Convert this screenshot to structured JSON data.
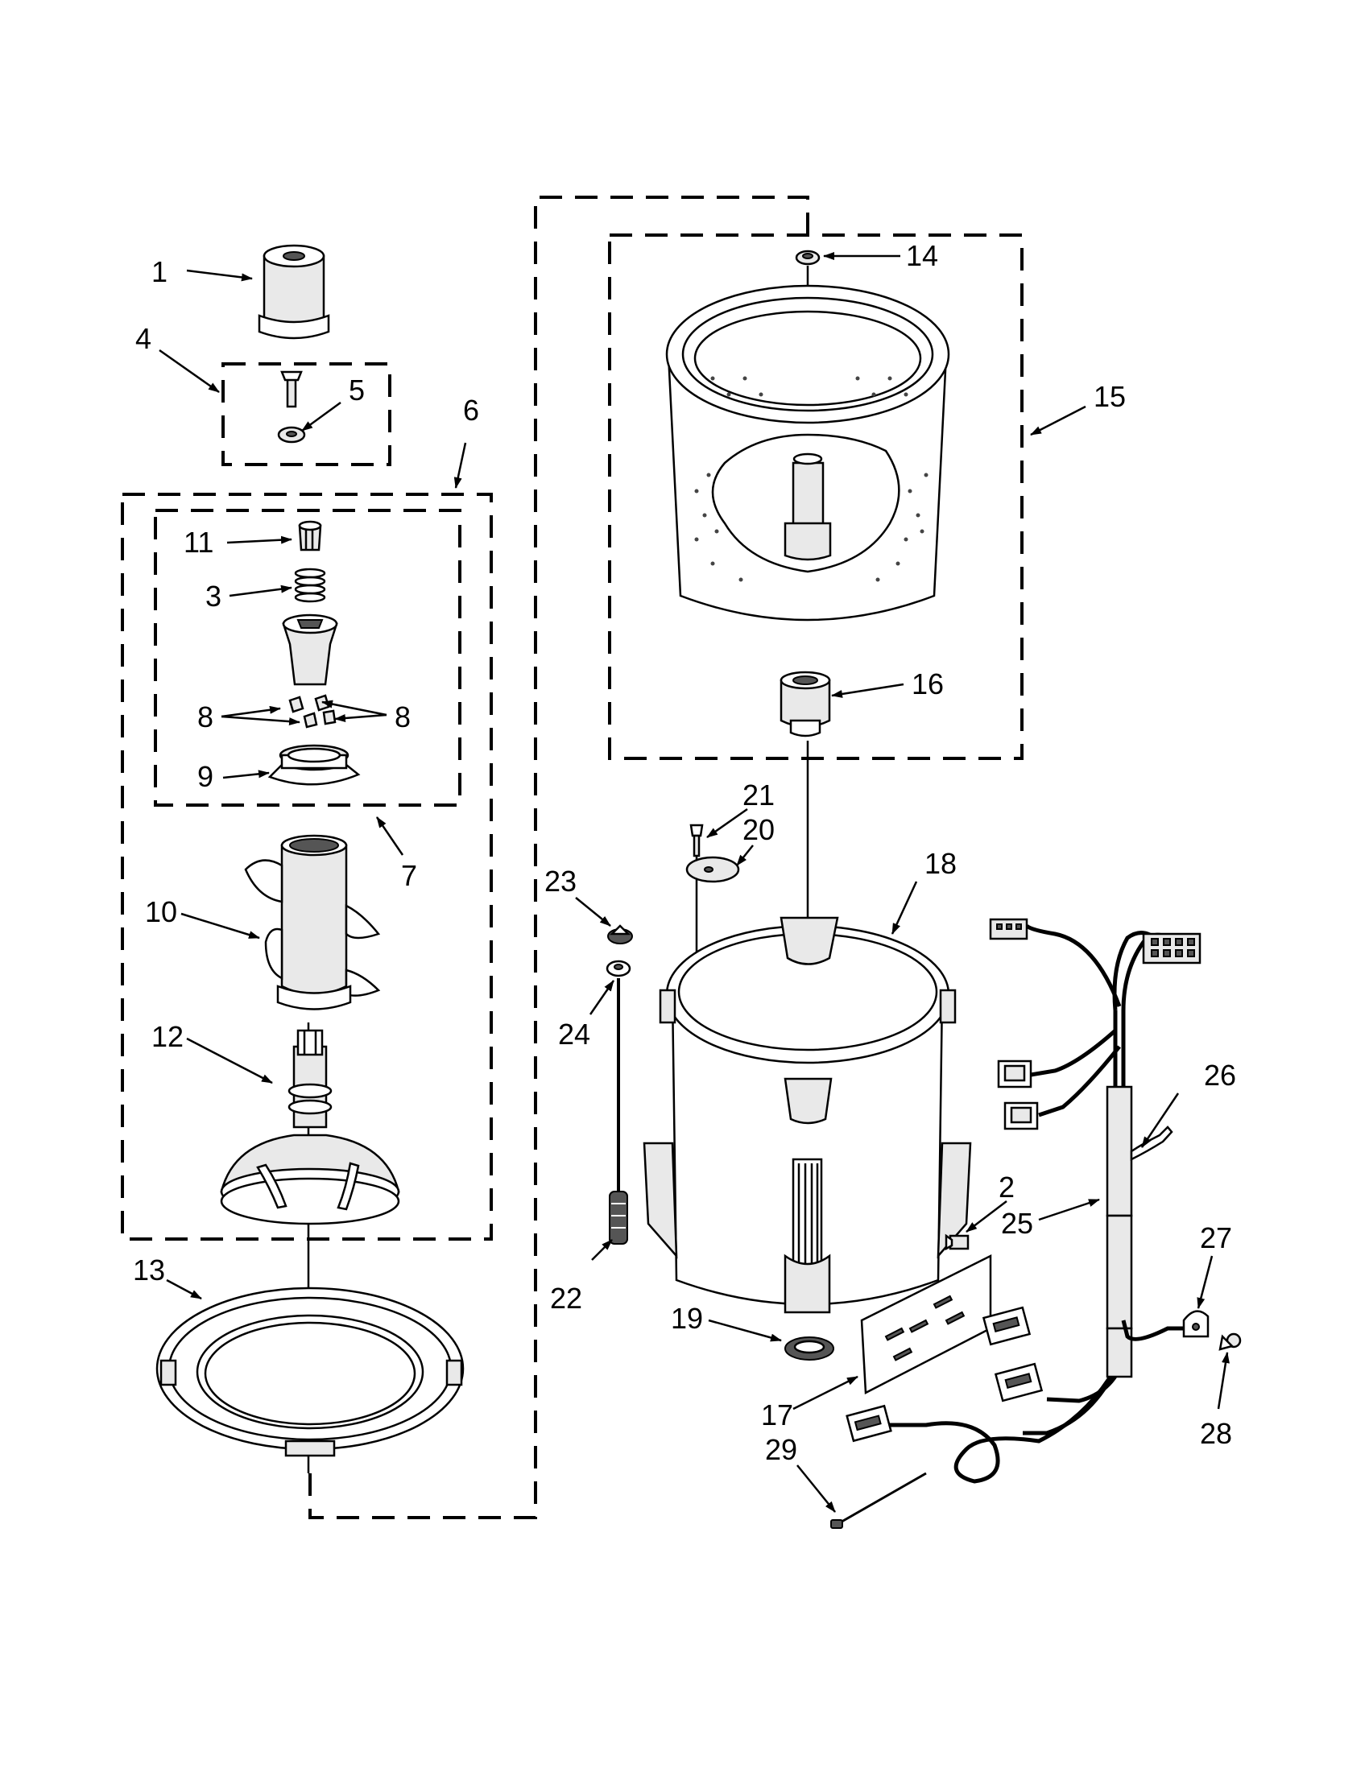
{
  "diagram": {
    "callouts": [
      {
        "id": "1",
        "text": "1"
      },
      {
        "id": "2",
        "text": "2"
      },
      {
        "id": "3",
        "text": "3"
      },
      {
        "id": "4",
        "text": "4"
      },
      {
        "id": "5",
        "text": "5"
      },
      {
        "id": "6",
        "text": "6"
      },
      {
        "id": "7",
        "text": "7"
      },
      {
        "id": "8a",
        "text": "8"
      },
      {
        "id": "8b",
        "text": "8"
      },
      {
        "id": "9",
        "text": "9"
      },
      {
        "id": "10",
        "text": "10"
      },
      {
        "id": "11",
        "text": "11"
      },
      {
        "id": "12",
        "text": "12"
      },
      {
        "id": "13",
        "text": "13"
      },
      {
        "id": "14",
        "text": "14"
      },
      {
        "id": "15",
        "text": "15"
      },
      {
        "id": "16",
        "text": "16"
      },
      {
        "id": "17",
        "text": "17"
      },
      {
        "id": "18",
        "text": "18"
      },
      {
        "id": "19",
        "text": "19"
      },
      {
        "id": "20",
        "text": "20"
      },
      {
        "id": "21",
        "text": "21"
      },
      {
        "id": "22",
        "text": "22"
      },
      {
        "id": "23",
        "text": "23"
      },
      {
        "id": "24",
        "text": "24"
      },
      {
        "id": "25",
        "text": "25"
      },
      {
        "id": "26",
        "text": "26"
      },
      {
        "id": "27",
        "text": "27"
      },
      {
        "id": "28",
        "text": "28"
      },
      {
        "id": "29",
        "text": "29"
      }
    ]
  }
}
